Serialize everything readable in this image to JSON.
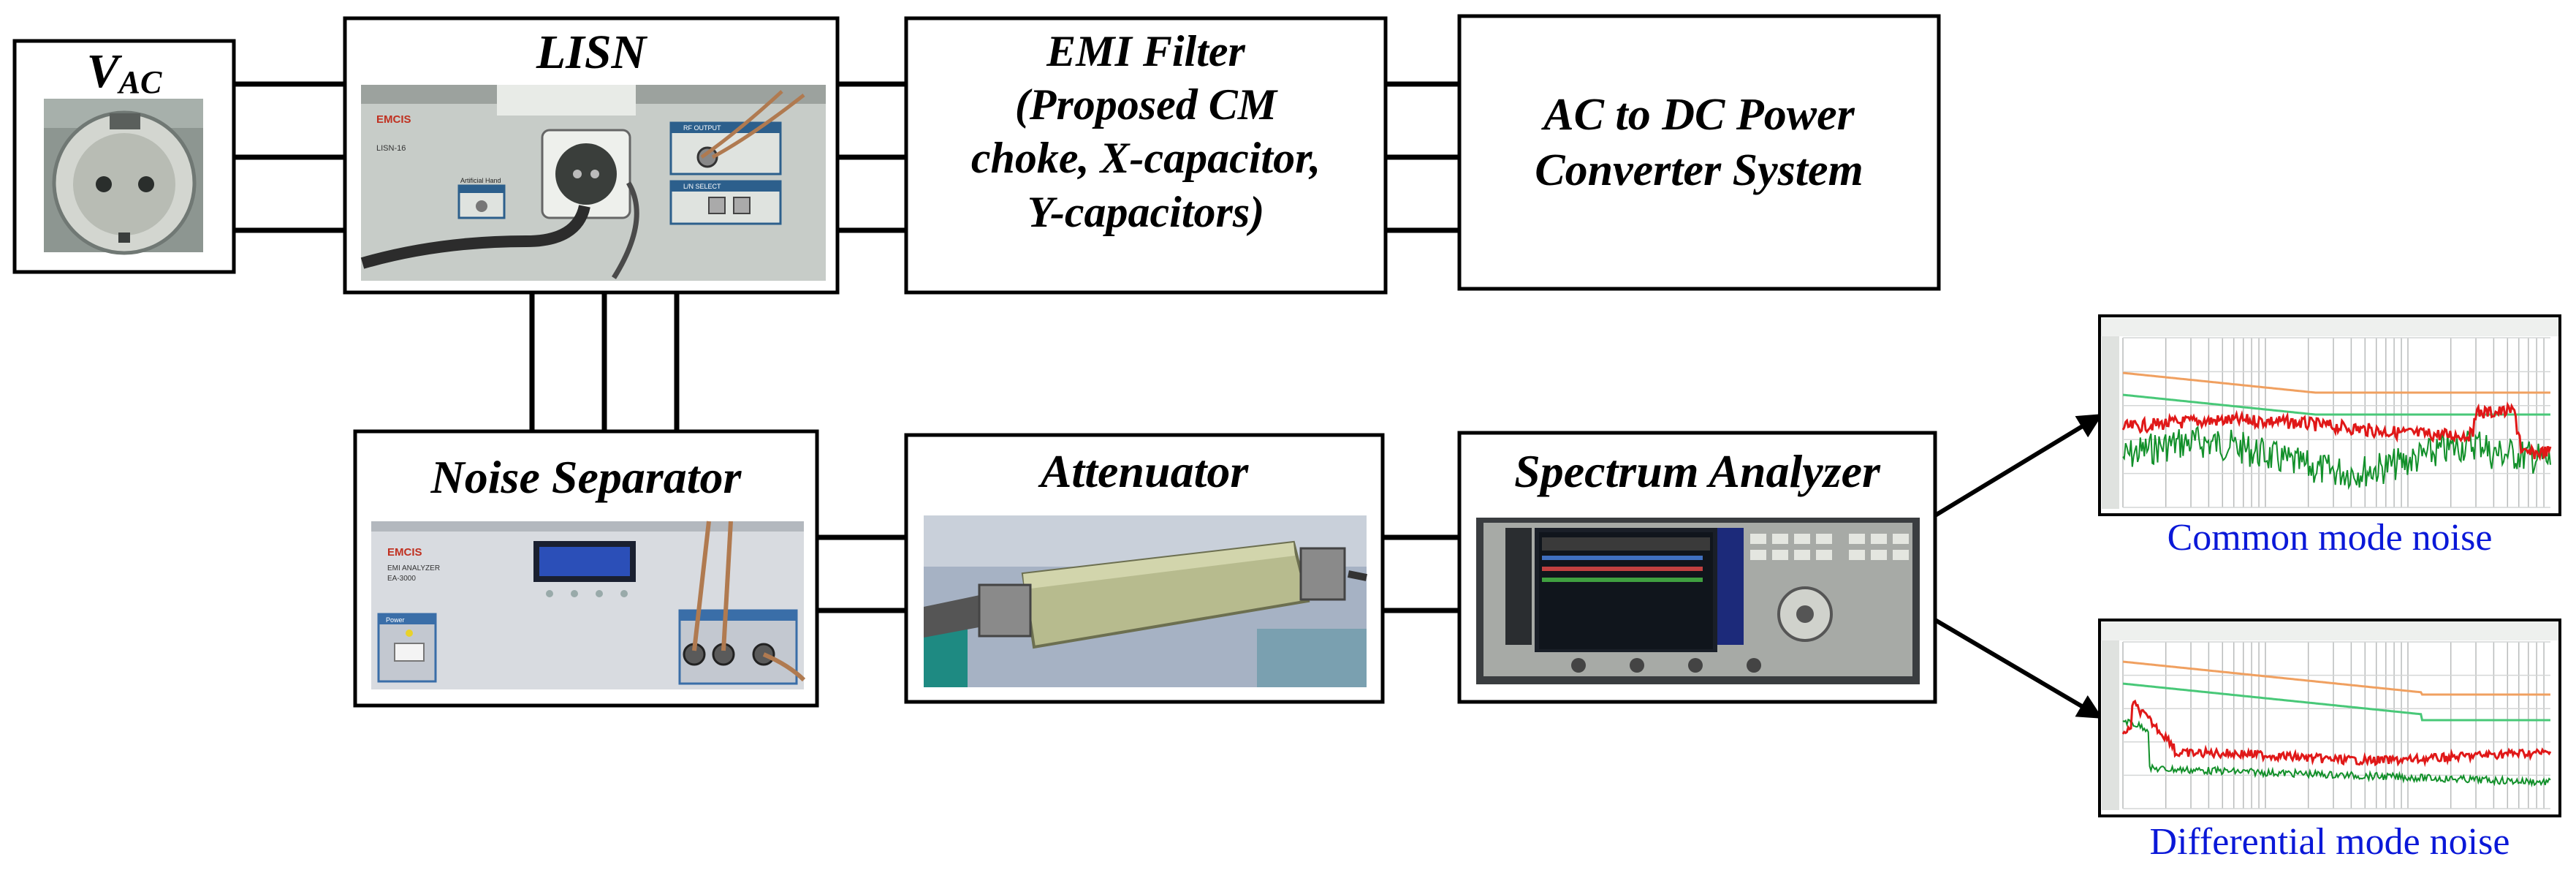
{
  "blocks": {
    "vac": {
      "label": "V",
      "sub": "AC"
    },
    "lisn": {
      "label": "LISN",
      "photo_text": {
        "brand": "EMCIS",
        "model": "LISN-16",
        "artificial_hand": "Artificial Hand",
        "port": "RF OUTPUT",
        "select": "L/N SELECT"
      }
    },
    "emi_filter": {
      "line1": "EMI Filter",
      "line2": "(Proposed CM",
      "line3": "choke, X-capacitor,",
      "line4": "Y-capacitors)"
    },
    "converter": {
      "line1": "AC to DC Power",
      "line2": "Converter System"
    },
    "noise_separator": {
      "label": "Noise Separator",
      "photo_text": {
        "brand": "EMCIS",
        "model1": "EMI ANALYZER",
        "model2": "EA-3000",
        "power": "Power"
      }
    },
    "attenuator": {
      "label": "Attenuator"
    },
    "spectrum_analyzer": {
      "label": "Spectrum Analyzer"
    }
  },
  "outputs": {
    "cm": {
      "caption": "Common mode noise"
    },
    "dm": {
      "caption": "Differential mode noise"
    }
  },
  "colors": {
    "caption": "#0a18d8",
    "noise_red": "#e01818",
    "noise_green": "#12902a",
    "limit_orange": "#f0a060",
    "limit_green": "#48c878"
  }
}
